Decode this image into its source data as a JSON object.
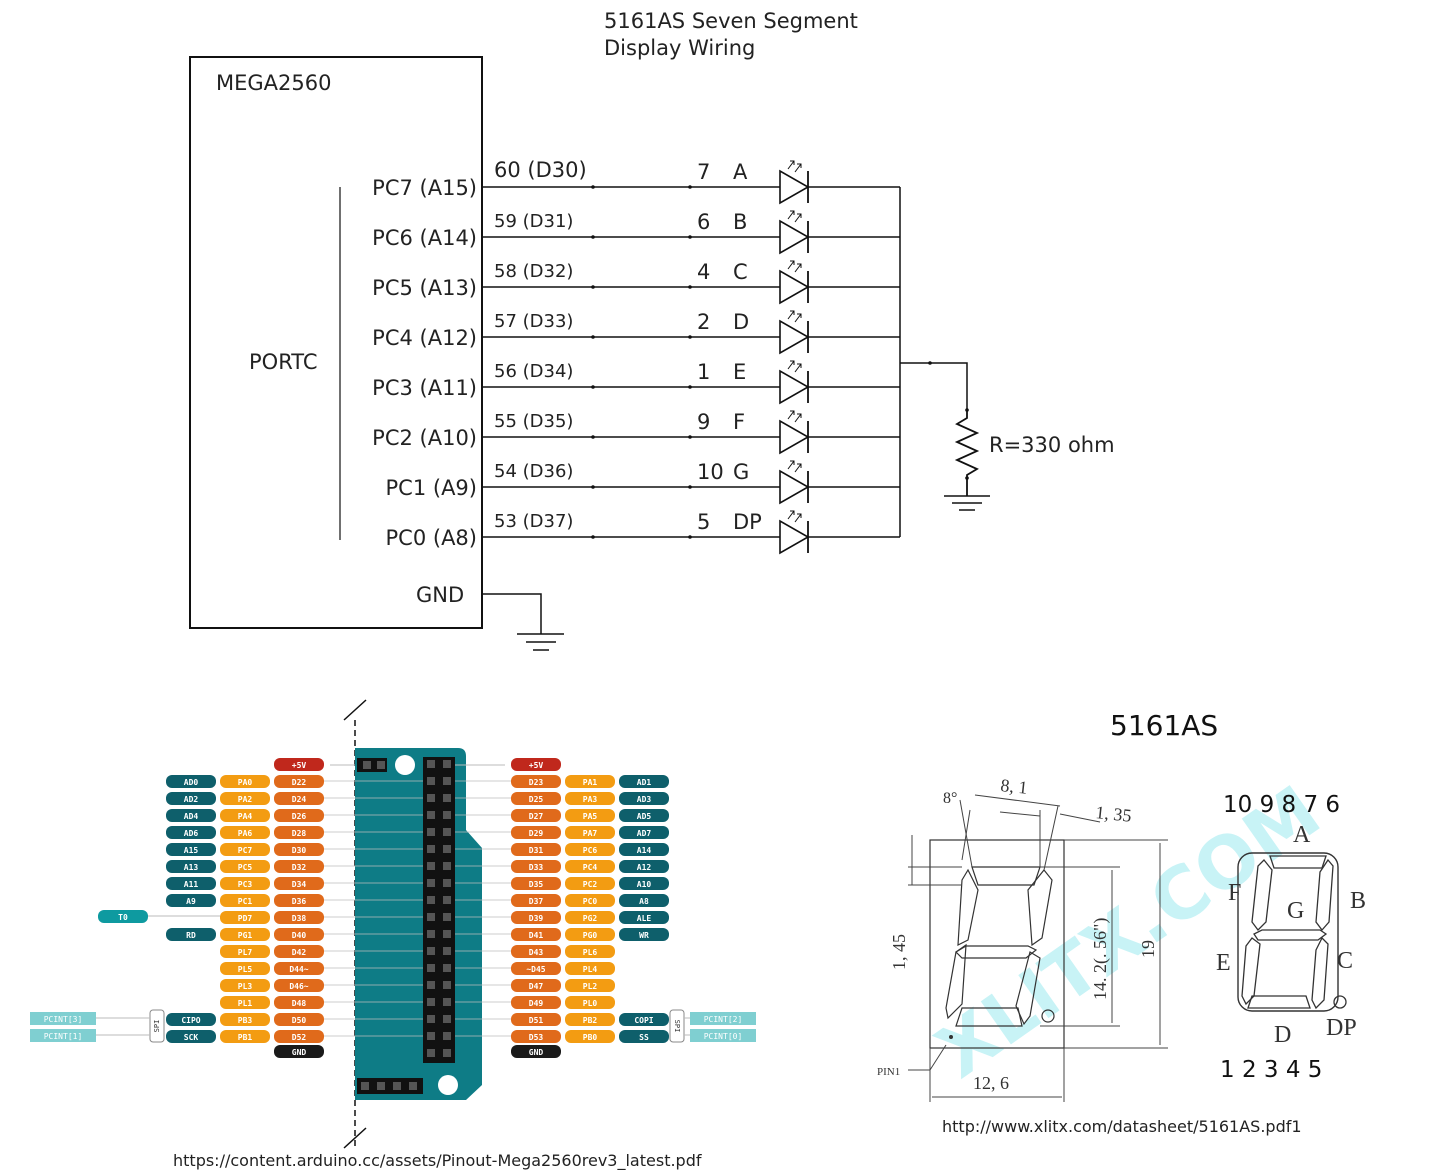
{
  "schematic": {
    "title_line1": "5161AS Seven Segment",
    "title_line2": "Display Wiring",
    "mcu_label": "MEGA2560",
    "port_label": "PORTC",
    "gnd_label": "GND",
    "resistor_label": "R=330 ohm",
    "rows": [
      {
        "port_pin": "PC7 (A15)",
        "mega_pin": "60 (D30)",
        "seg_pin": "7",
        "segment": "A"
      },
      {
        "port_pin": "PC6 (A14)",
        "mega_pin": "59 (D31)",
        "seg_pin": "6",
        "segment": "B"
      },
      {
        "port_pin": "PC5 (A13)",
        "mega_pin": "58 (D32)",
        "seg_pin": "4",
        "segment": "C"
      },
      {
        "port_pin": "PC4 (A12)",
        "mega_pin": "57 (D33)",
        "seg_pin": "2",
        "segment": "D"
      },
      {
        "port_pin": "PC3 (A11)",
        "mega_pin": "56 (D34)",
        "seg_pin": "1",
        "segment": "E"
      },
      {
        "port_pin": "PC2 (A10)",
        "mega_pin": "55 (D35)",
        "seg_pin": "9",
        "segment": "F"
      },
      {
        "port_pin": "PC1 (A9)",
        "mega_pin": "54 (D36)",
        "seg_pin": "10",
        "segment": "G"
      },
      {
        "port_pin": "PC0 (A8)",
        "mega_pin": "53 (D37)",
        "seg_pin": "5",
        "segment": "DP"
      }
    ]
  },
  "pinout": {
    "power_label": "+5V",
    "gnd_label": "GND",
    "left_rows": [
      [
        "AD0",
        "PA0",
        "D22"
      ],
      [
        "AD2",
        "PA2",
        "D24"
      ],
      [
        "AD4",
        "PA4",
        "D26"
      ],
      [
        "AD6",
        "PA6",
        "D28"
      ],
      [
        "A15",
        "PC7",
        "D30"
      ],
      [
        "A13",
        "PC5",
        "D32"
      ],
      [
        "A11",
        "PC3",
        "D34"
      ],
      [
        "A9",
        "PC1",
        "D36"
      ],
      [
        "",
        "PD7",
        "D38"
      ],
      [
        "RD",
        "PG1",
        "D40"
      ],
      [
        "",
        "PL7",
        "D42"
      ],
      [
        "",
        "PL5",
        "D44~"
      ],
      [
        "",
        "PL3",
        "D46~"
      ],
      [
        "",
        "PL1",
        "D48"
      ],
      [
        "CIPO",
        "PB3",
        "D50"
      ],
      [
        "SCK",
        "PB1",
        "D52"
      ]
    ],
    "right_rows": [
      [
        "D23",
        "PA1",
        "AD1"
      ],
      [
        "D25",
        "PA3",
        "AD3"
      ],
      [
        "D27",
        "PA5",
        "AD5"
      ],
      [
        "D29",
        "PA7",
        "AD7"
      ],
      [
        "D31",
        "PC6",
        "A14"
      ],
      [
        "D33",
        "PC4",
        "A12"
      ],
      [
        "D35",
        "PC2",
        "A10"
      ],
      [
        "D37",
        "PC0",
        "A8"
      ],
      [
        "D39",
        "PG2",
        "ALE"
      ],
      [
        "D41",
        "PG0",
        "WR"
      ],
      [
        "D43",
        "PL6",
        ""
      ],
      [
        "~D45",
        "PL4",
        ""
      ],
      [
        "D47",
        "PL2",
        ""
      ],
      [
        "D49",
        "PL0",
        ""
      ],
      [
        "D51",
        "PB2",
        "COPI"
      ],
      [
        "D53",
        "PB0",
        "SS"
      ]
    ],
    "t0_label": "T0",
    "spi_label": "SPI",
    "pcint_left": [
      "PCINT[3]",
      "PCINT[1]"
    ],
    "pcint_right": [
      "PCINT[2]",
      "PCINT[0]"
    ],
    "source_url": "https://content.arduino.cc/assets/Pinout-Mega2560rev3_latest.pdf",
    "colors": {
      "teal": "#0e5f6b",
      "orange": "#f39c12",
      "dark_orange": "#e06a1b",
      "red": "#c0281c",
      "black": "#1a1a1a",
      "light_teal": "#5fc6c8",
      "board": "#0e7c86"
    }
  },
  "datasheet": {
    "title": "5161AS",
    "dim_angle": "8°",
    "dim_width_top": "8, 1",
    "dim_offset": "1, 35",
    "dim_height_small": "1, 45",
    "dim_digit_height": "14. 2(. 56\")",
    "dim_total_height": "19",
    "dim_bottom_width": "12, 6",
    "pin1_label": "PIN1",
    "top_pins": "10 9 8 7 6",
    "bottom_pins": "1 2 3 4 5",
    "segments": {
      "a": "A",
      "b": "B",
      "c": "C",
      "d": "D",
      "e": "E",
      "f": "F",
      "g": "G",
      "dp": "DP"
    },
    "watermark": "XLITX.COM",
    "source_url": "http://www.xlitx.com/datasheet/5161AS.pdf1"
  }
}
